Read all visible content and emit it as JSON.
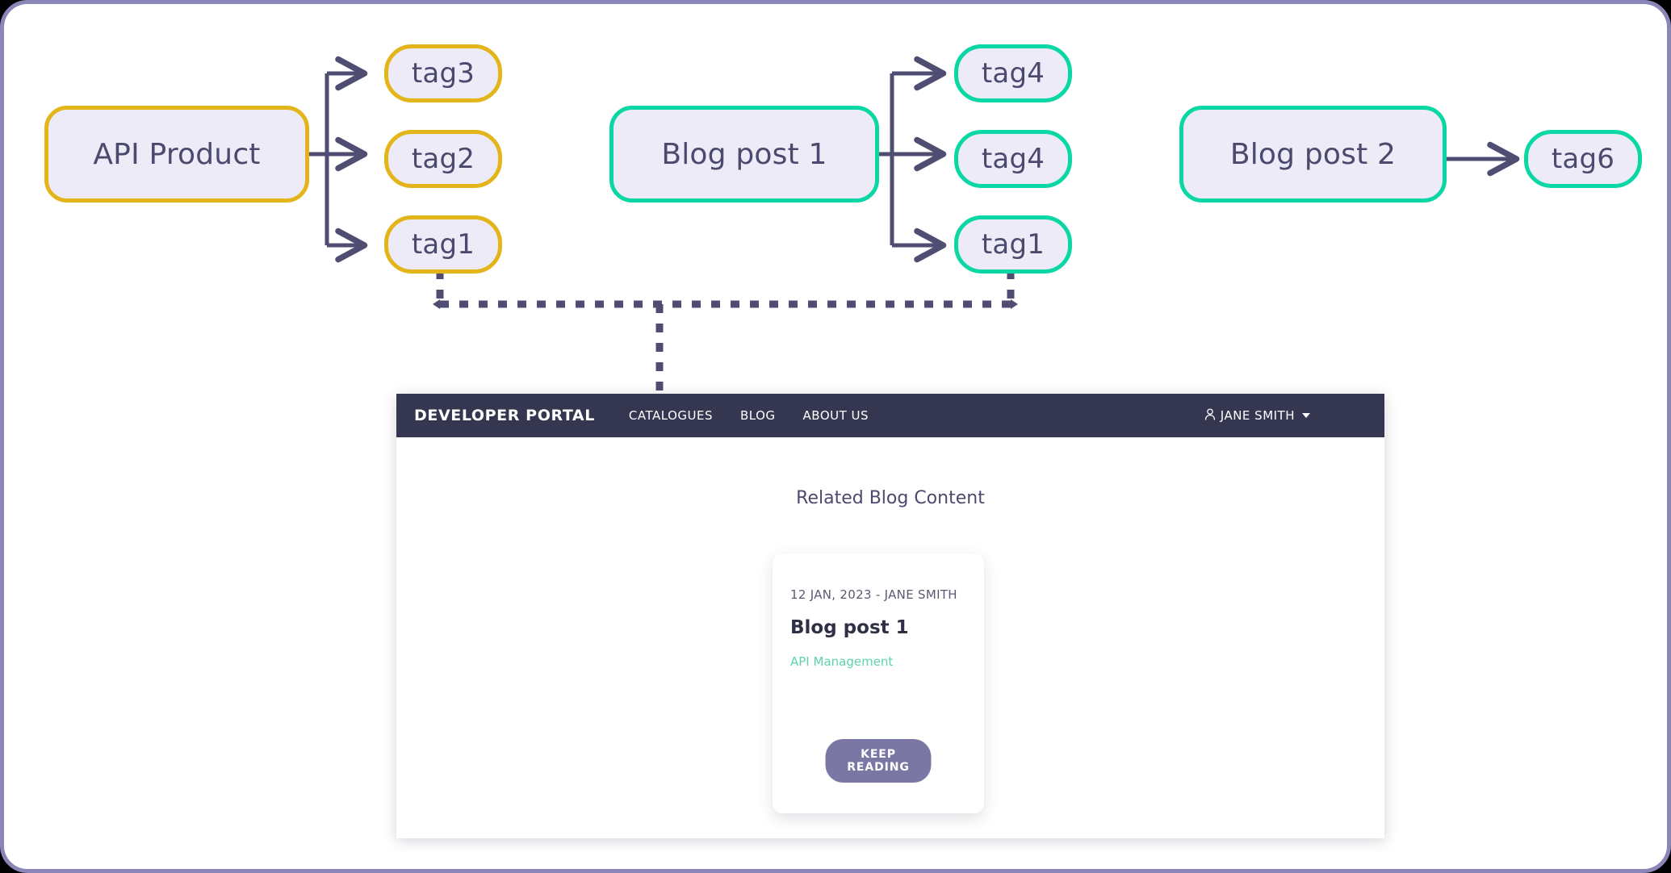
{
  "theme": {
    "node_fill": "#ECEBF7",
    "api_border": "#E3B51B",
    "blog_border": "#0AD7A4",
    "connector": "#4F4E72",
    "frame_border": "#8A87B8",
    "header_bg": "#353751",
    "tag_link": "#5ED3AD",
    "button_bg": "#7B77A4"
  },
  "diagram": {
    "groups": [
      {
        "source": {
          "label": "API Product",
          "kind": "api-product"
        },
        "tags": [
          {
            "label": "tag3"
          },
          {
            "label": "tag2"
          },
          {
            "label": "tag1"
          }
        ]
      },
      {
        "source": {
          "label": "Blog post 1",
          "kind": "blog-post"
        },
        "tags": [
          {
            "label": "tag4"
          },
          {
            "label": "tag4"
          },
          {
            "label": "tag1"
          }
        ]
      },
      {
        "source": {
          "label": "Blog post 2",
          "kind": "blog-post"
        },
        "tags": [
          {
            "label": "tag6"
          }
        ]
      }
    ],
    "match_link": {
      "from_tag": "tag1",
      "to_tag": "tag1",
      "style": "dashed",
      "leads_to": "related-blog-card"
    }
  },
  "portal": {
    "header": {
      "brand": "DEVELOPER PORTAL",
      "nav": [
        {
          "label": "CATALOGUES"
        },
        {
          "label": "BLOG"
        },
        {
          "label": "ABOUT US"
        }
      ],
      "user": {
        "name": "JANE SMITH",
        "avatar_icon": "person-icon",
        "caret_icon": "chevron-down-icon"
      }
    },
    "body": {
      "section_title": "Related Blog Content",
      "card": {
        "meta": "12 JAN, 2023 - JANE SMITH",
        "title": "Blog post 1",
        "tag": "API Management",
        "cta": "KEEP READING"
      }
    }
  }
}
